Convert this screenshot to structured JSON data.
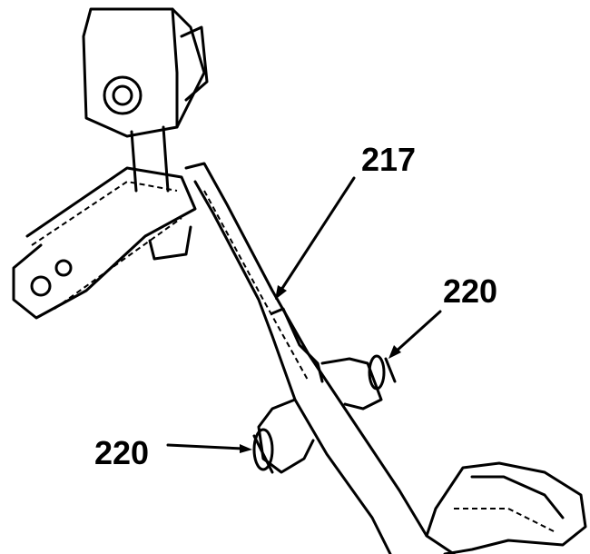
{
  "labels": {
    "pedal_arm": "217",
    "bushing_right": "220",
    "bushing_left": "220"
  }
}
